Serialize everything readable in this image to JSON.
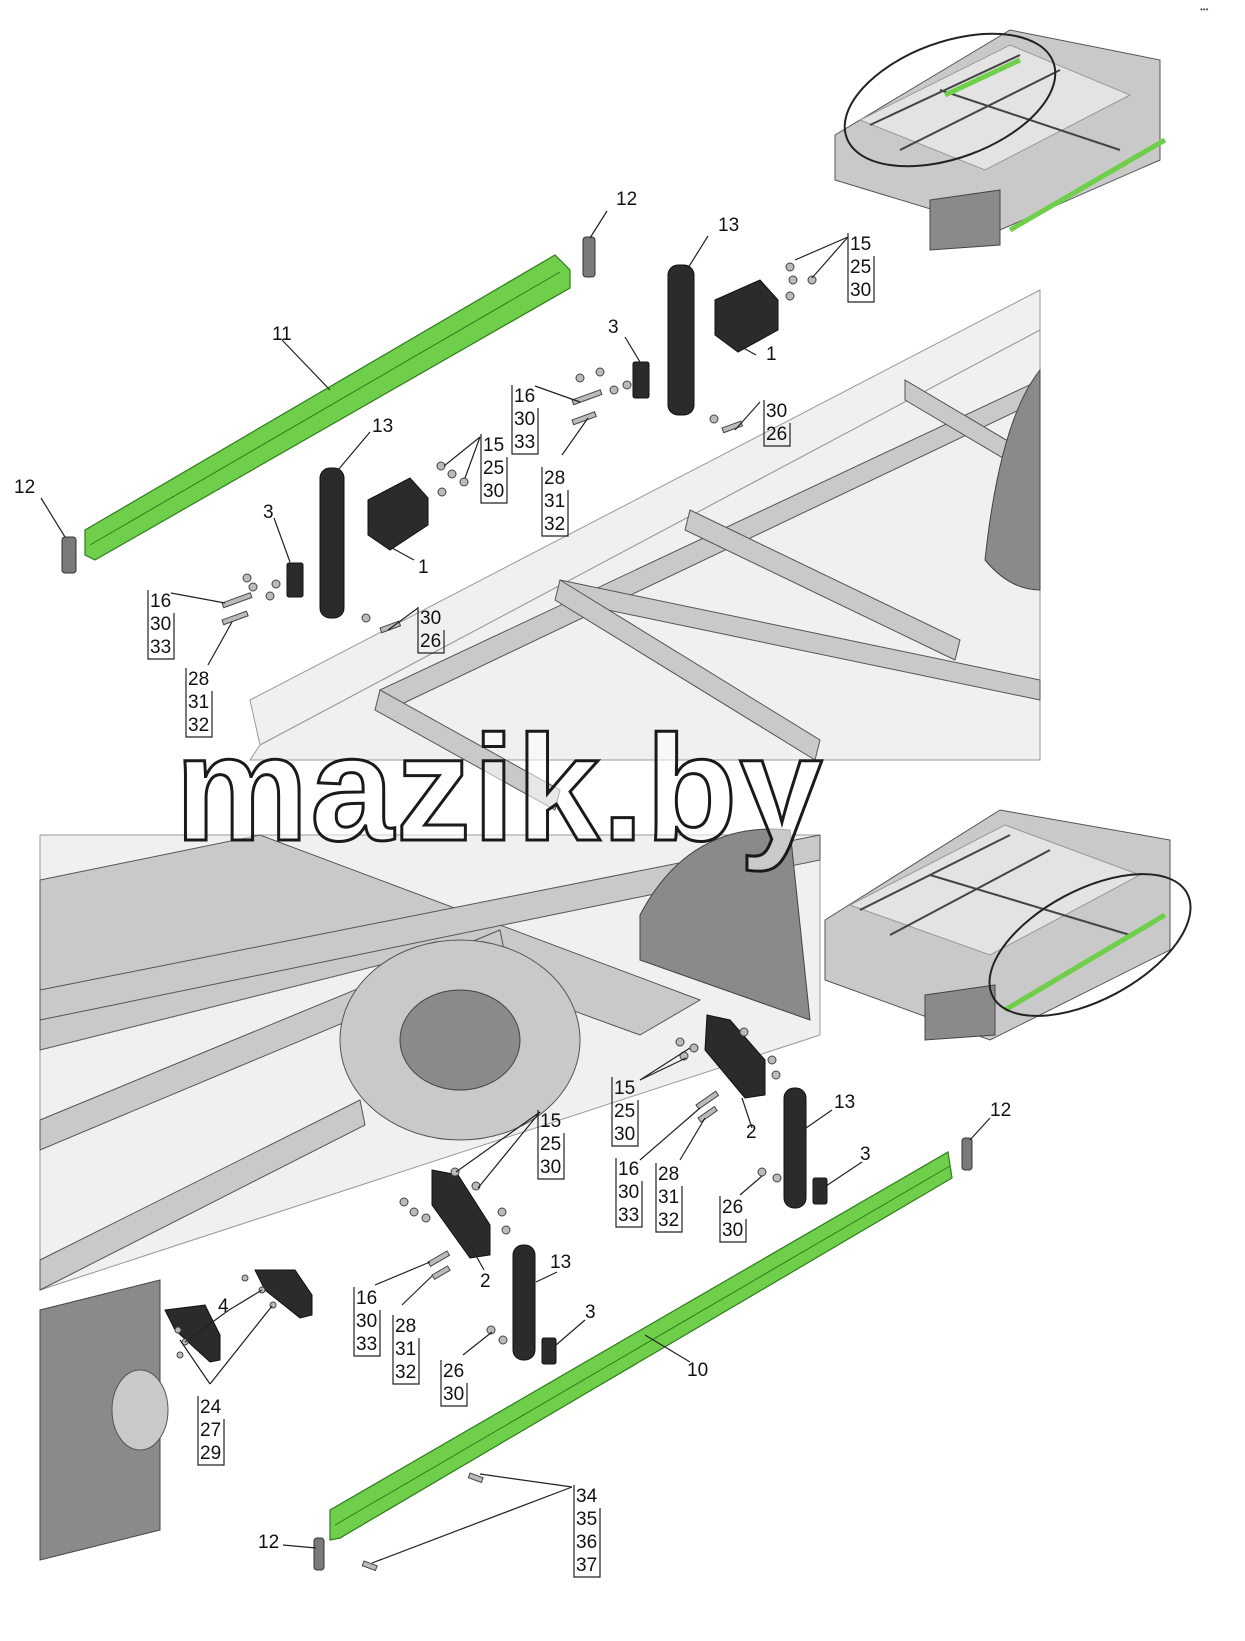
{
  "watermark": "mazik.by",
  "corner_mark": "•••",
  "callouts": {
    "c1a": "1",
    "c1b": "1",
    "c2a": "2",
    "c2b": "2",
    "c3a": "3",
    "c3b": "3",
    "c3c": "3",
    "c3d": "3",
    "c4": "4",
    "c10": "10",
    "c11": "11",
    "c12a": "12",
    "c12b": "12",
    "c12c": "12",
    "c12d": "12",
    "c13a": "13",
    "c13b": "13",
    "c13c": "13",
    "c13d": "13"
  },
  "stacks": {
    "s_15_25_30_a": [
      "15",
      "25",
      "30"
    ],
    "s_15_25_30_b": [
      "15",
      "25",
      "30"
    ],
    "s_15_25_30_c": [
      "15",
      "25",
      "30"
    ],
    "s_15_25_30_d": [
      "15",
      "25",
      "30"
    ],
    "s_16_30_33_a": [
      "16",
      "30",
      "33"
    ],
    "s_16_30_33_b": [
      "16",
      "30",
      "33"
    ],
    "s_16_30_33_c": [
      "16",
      "30",
      "33"
    ],
    "s_16_30_33_d": [
      "16",
      "30",
      "33"
    ],
    "s_28_31_32_a": [
      "28",
      "31",
      "32"
    ],
    "s_28_31_32_b": [
      "28",
      "31",
      "32"
    ],
    "s_28_31_32_c": [
      "28",
      "31",
      "32"
    ],
    "s_28_31_32_d": [
      "28",
      "31",
      "32"
    ],
    "s_30_26_a": [
      "30",
      "26"
    ],
    "s_30_26_b": [
      "30",
      "26"
    ],
    "s_26_30_a": [
      "26",
      "30"
    ],
    "s_26_30_b": [
      "26",
      "30"
    ],
    "s_24_27_29": [
      "24",
      "27",
      "29"
    ],
    "s_34_37": [
      "34",
      "35",
      "36",
      "37"
    ]
  },
  "colors": {
    "highlight_part": "#6fce4a",
    "bracket": "#2b2b2b",
    "frame": "#c9c9c9"
  }
}
